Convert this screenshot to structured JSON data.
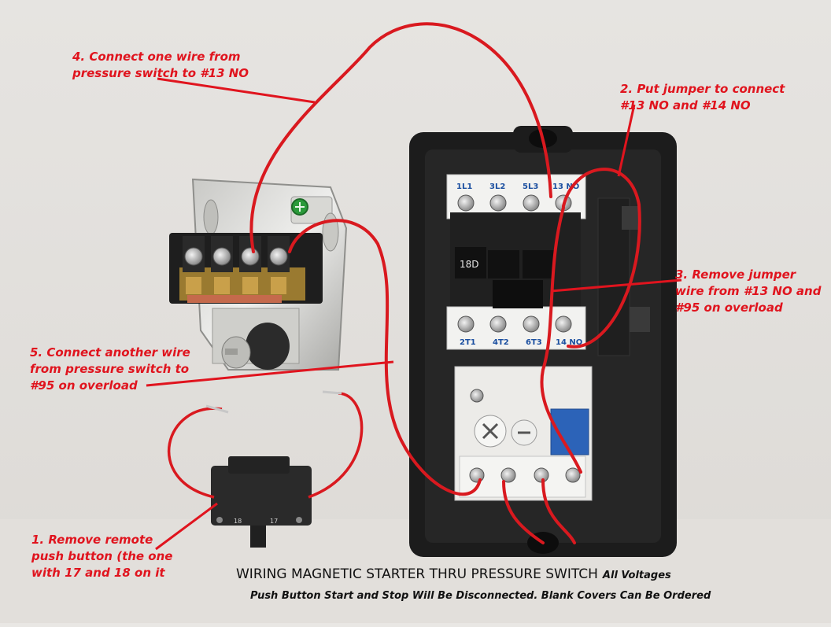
{
  "photo_labels": {
    "contactor_model": "18D",
    "top_terminals": [
      "1L1",
      "3L2",
      "5L3",
      "13 NO"
    ],
    "bottom_terminals": [
      "2T1",
      "4T2",
      "6T3",
      "14 NO"
    ],
    "push_button_terminals": [
      "18",
      "17"
    ]
  },
  "annotations": {
    "step1": [
      "1. Remove remote",
      "push button (the one",
      "with 17 and 18 on it"
    ],
    "step2": [
      "2. Put jumper to connect",
      "#13 NO and #14 NO"
    ],
    "step3": [
      "3. Remove jumper",
      "wire from #13 NO and",
      "#95 on overload"
    ],
    "step4": [
      "4. Connect one wire from",
      "pressure switch to #13 NO"
    ],
    "step5": [
      "5. Connect another wire",
      "from pressure switch to",
      "#95 on overload"
    ]
  },
  "caption": {
    "title": "WIRING MAGNETIC STARTER THRU PRESSURE SWITCH",
    "title_suffix": "All Voltages",
    "subtitle": "Push Button Start and Stop Will Be Disconnected.  Blank Covers Can Be Ordered"
  },
  "colors": {
    "annotation_red": "#e0141e",
    "wire_red": "#d9191f",
    "enclosure_black": "#1c1c1c",
    "terminal_blue": "#1b4fa0",
    "background": "#e9e7e4"
  }
}
